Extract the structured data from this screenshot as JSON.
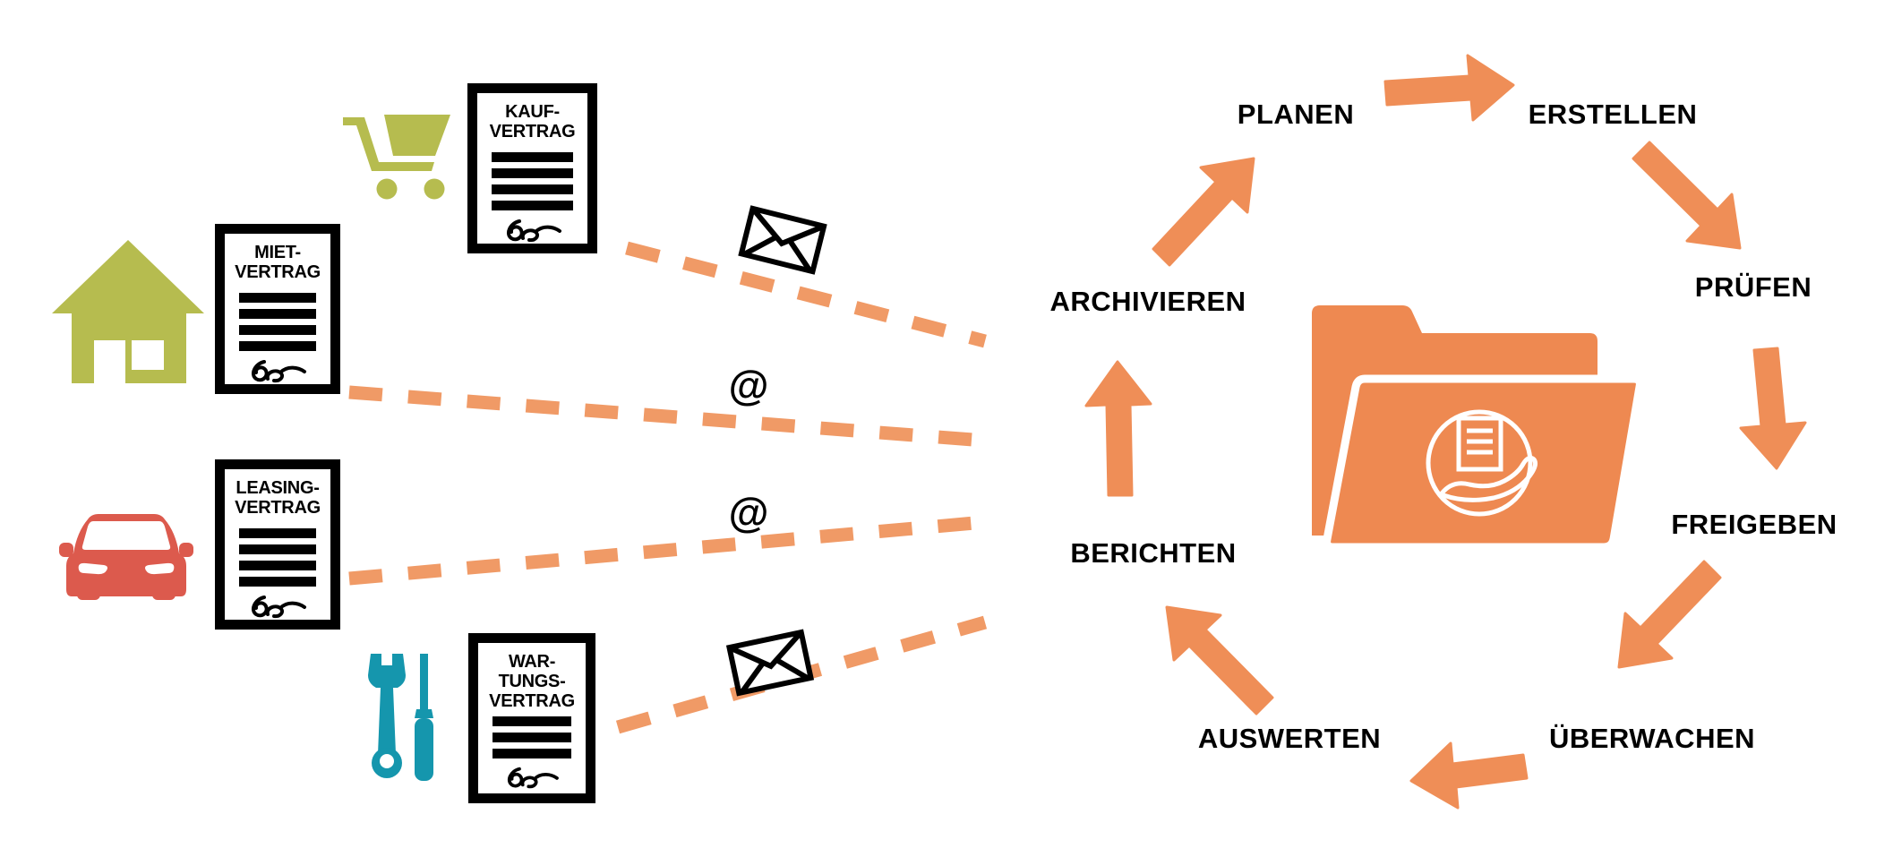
{
  "diagram_title": "",
  "colors": {
    "orange_arrow": "#EF8E57",
    "orange_dash": "#F09A66",
    "orange_folder": "#EE8951",
    "green": "#B6BC4F",
    "red": "#DC5A4D",
    "teal": "#1596AD",
    "black": "#000000",
    "white": "#FFFFFF"
  },
  "contracts": [
    {
      "id": "kaufvertrag",
      "icon": "shopping-cart-icon",
      "title_lines": [
        "KAUF-",
        "VERTRAG"
      ]
    },
    {
      "id": "mietvertrag",
      "icon": "house-icon",
      "title_lines": [
        "MIET-",
        "VERTRAG"
      ]
    },
    {
      "id": "leasingvertrag",
      "icon": "car-icon",
      "title_lines": [
        "LEASING-",
        "VERTRAG"
      ]
    },
    {
      "id": "wartungsvertrag",
      "icon": "tools-icon",
      "title_lines": [
        "WAR-",
        "TUNGS-",
        "VERTRAG"
      ]
    }
  ],
  "symbols": {
    "at": "@",
    "envelope": "envelope-icon"
  },
  "cycle": {
    "steps": [
      "PLANEN",
      "ERSTELLEN",
      "PRÜFEN",
      "FREIGEBEN",
      "ÜBERWACHEN",
      "AUSWERTEN",
      "BERICHTEN",
      "ARCHIVIEREN"
    ],
    "center_icon": "folder-with-document-hand-icon"
  }
}
